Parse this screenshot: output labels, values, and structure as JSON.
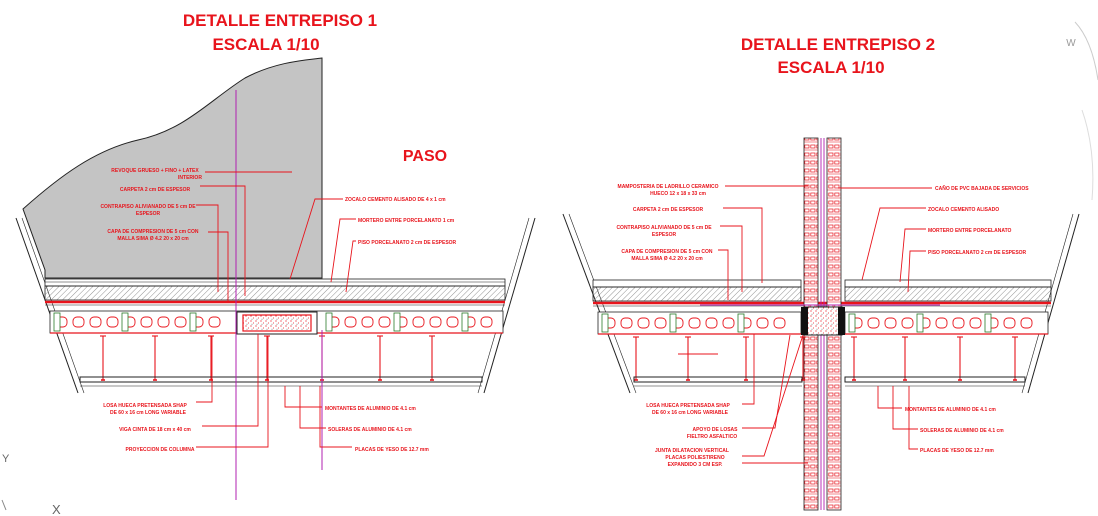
{
  "detail1": {
    "title": "DETALLE ENTREPISO  1",
    "scale": "ESCALA 1/10",
    "paso": "PASO",
    "labels": {
      "revoque": "REVOQUE GRUESO + FINO + LATEX",
      "revoque2": "INTERIOR",
      "carpeta": "CARPETA 2 cm DE ESPESOR",
      "contrapiso": "CONTRAPISO ALIVIANADO DE 5 cm DE",
      "contrapiso2": "ESPESOR",
      "capa": "CAPA DE COMPRESION DE 5 cm CON",
      "capa2": "MALLA SIMA   Ø 4.2 20 x 20 cm",
      "zocalo": "ZOCALO CEMENTO ALISADO DE 4 x 1 cm",
      "mortero": "MORTERO ENTRE PORCELANATO 1 cm",
      "piso": "PISO PORCELANATO 2 cm DE ESPESOR",
      "losa": "LOSA HUECA PRETENSADA SHAP",
      "losa2": "DE 60 x 16 cm LONG VARIABLE",
      "viga": "VIGA   CINTA DE 18 cm x 40 cm",
      "proyeccion": "PROYECCION DE COLUMNA",
      "montantes": "MONTANTES DE ALUMINIO DE 4.1 cm",
      "soleras": "SOLERAS DE ALUMINIO DE 4.1 cm",
      "placas": "PLACAS DE YESO DE 12.7 mm"
    }
  },
  "detail2": {
    "title": "DETALLE ENTREPISO  2",
    "scale": "ESCALA 1/10",
    "labels": {
      "mamposteria": "MAMPOSTERIA DE LADRILLO CERAMICO",
      "mamposteria2": "HUECO  12 x 18 x 33 cm",
      "carpeta": "CARPETA 2 cm DE ESPESOR",
      "contrapiso": "CONTRAPISO ALIVIANADO DE 5 cm DE",
      "contrapiso2": "ESPESOR",
      "capa": "CAPA DE COMPRESION DE 5 cm CON",
      "capa2": "MALLA SIMA   Ø 4.2 20 x 20 cm",
      "cano": "CAÑO DE PVC BAJADA DE SERVICIOS",
      "zocalo": "ZOCALO CEMENTO ALISADO",
      "mortero": "MORTERO ENTRE PORCELANATO",
      "piso": "PISO PORCELANATO 2 cm DE ESPESOR",
      "losa": "LOSA HUECA PRETENSADA SHAP",
      "losa2": "DE 60 x 16 cm LONG VARIABLE",
      "apoyo": "APOYO DE LOSAS",
      "apoyo2": "FIELTRO ASFALTICO",
      "junta": "JUNTA DILATACION VERTICAL",
      "junta2": "PLACAS POLIESTIRENO",
      "junta3": "EXPANDIDO 3 CM ESP.",
      "montantes": "MONTANTES DE ALUMINIO DE 4.1 cm",
      "soleras": "SOLERAS DE ALUMINIO DE 4.1 cm",
      "placas": "PLACAS DE YESO DE 12.7 mm"
    }
  },
  "viewcube": {
    "letter": "W"
  },
  "ucs": {
    "y": "Y",
    "x": "X"
  },
  "colors": {
    "red": "#e8141c",
    "magenta": "#b020b0",
    "wallGray": "#c4c4c4",
    "ink": "#222222",
    "hatch": "#7a7a7a"
  }
}
